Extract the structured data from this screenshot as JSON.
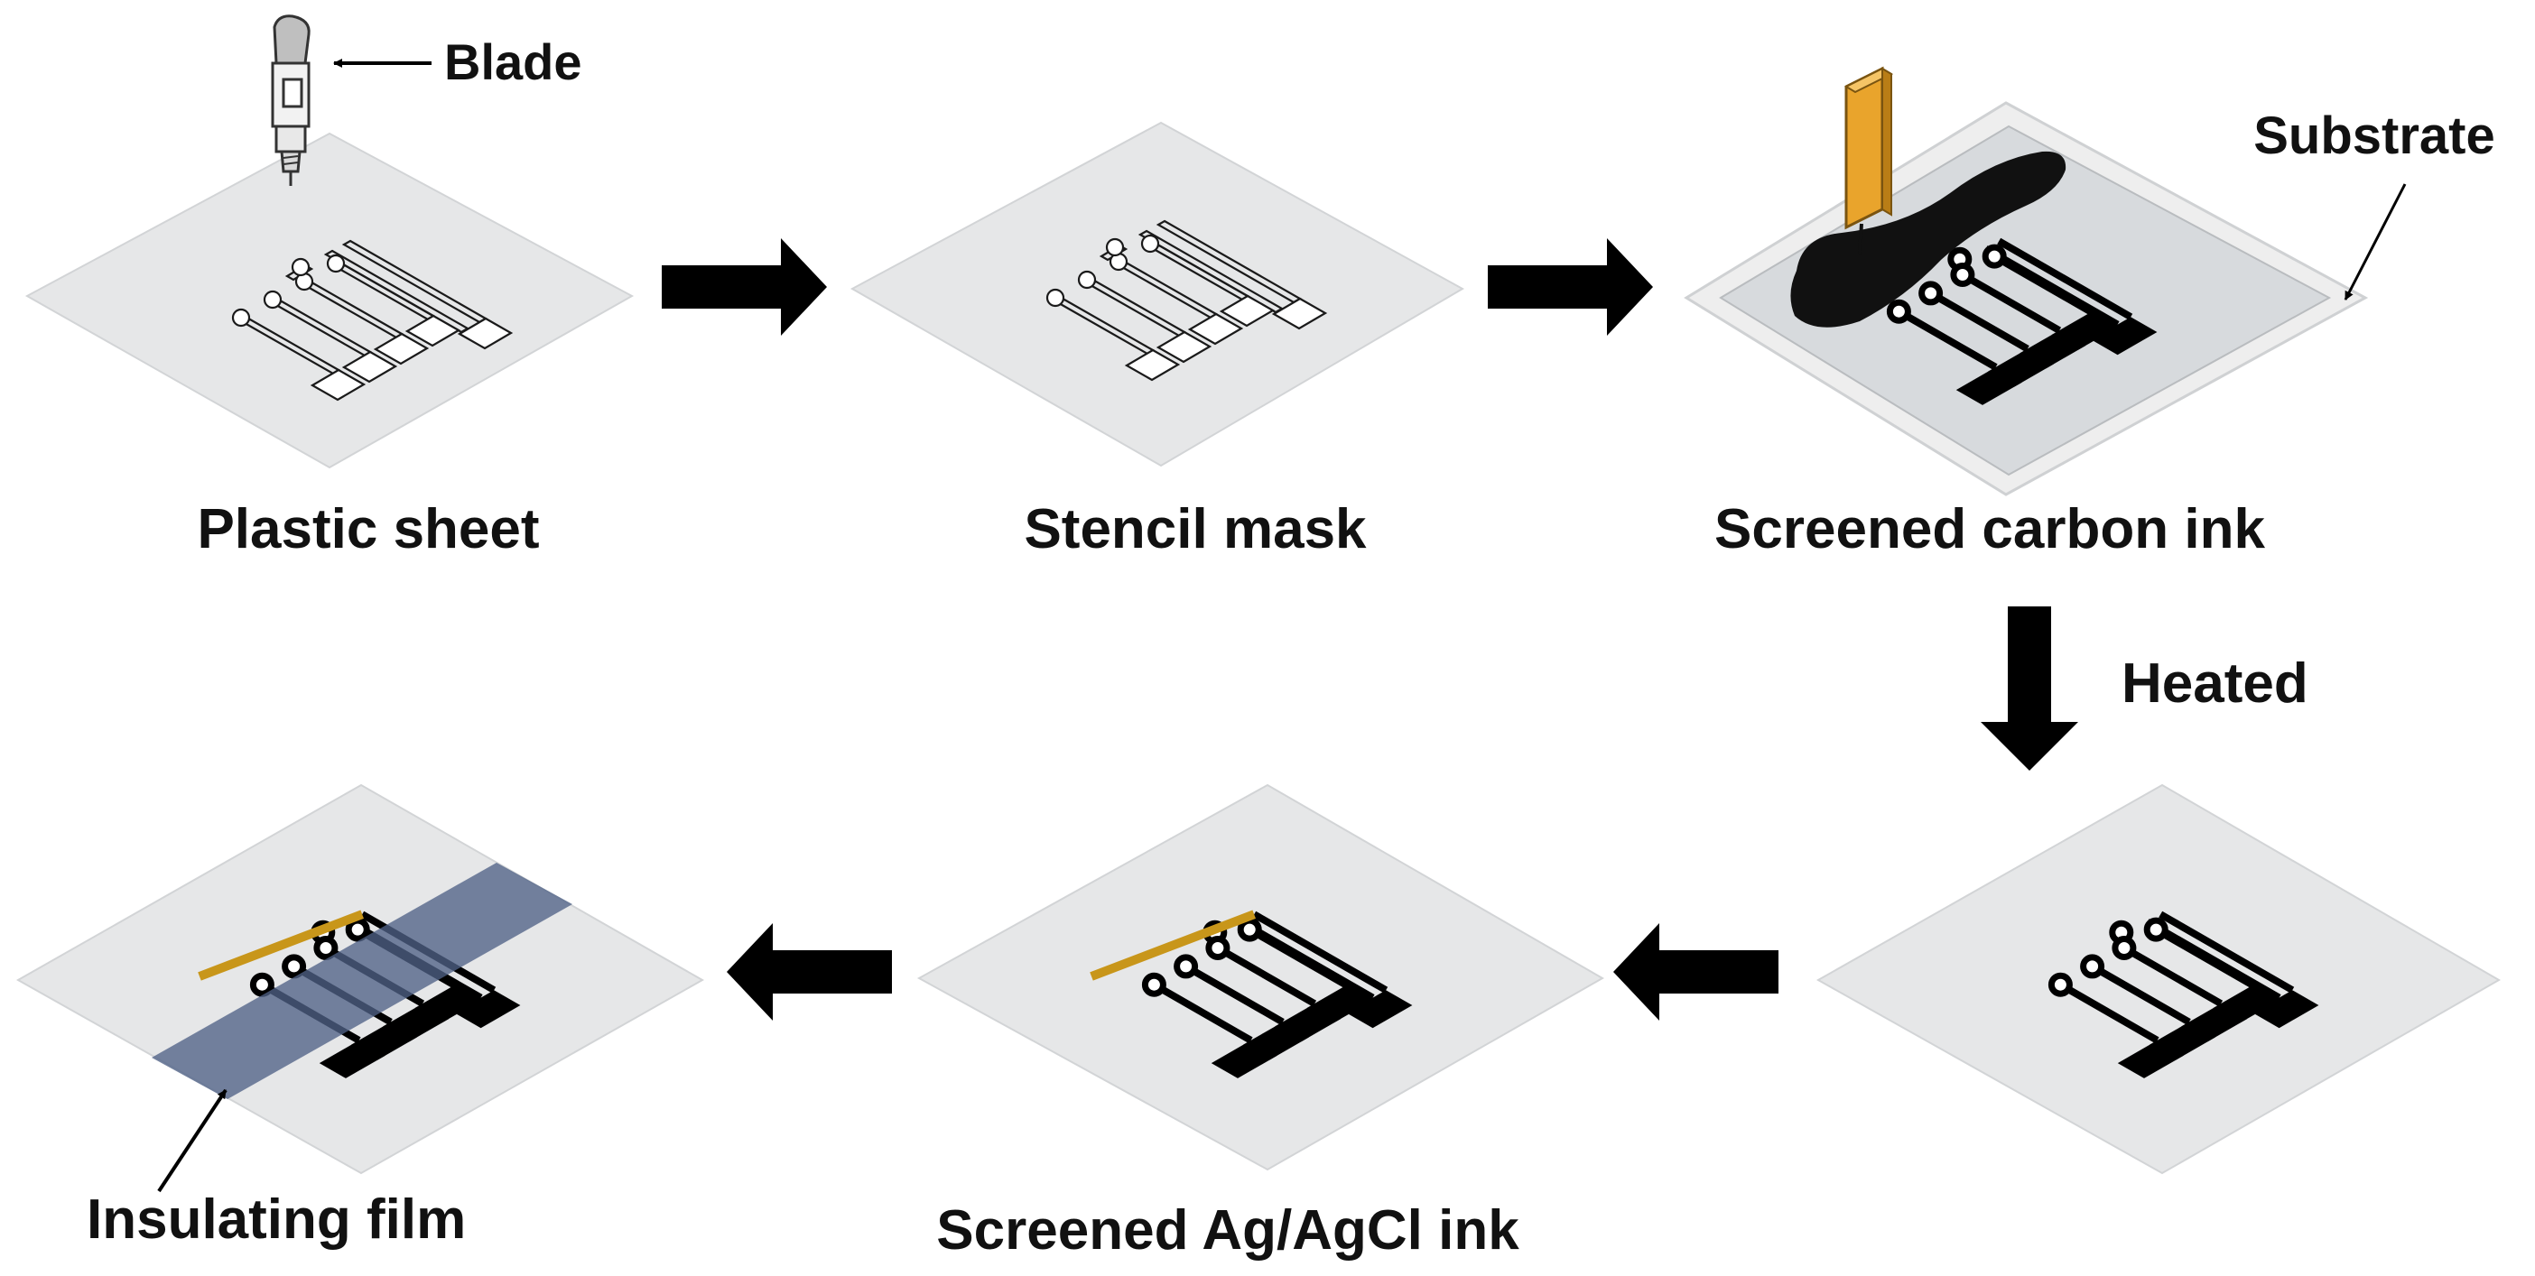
{
  "labels": {
    "blade": "Blade",
    "substrate": "Substrate",
    "plastic_sheet": "Plastic sheet",
    "stencil_mask": "Stencil mask",
    "screened_carbon_ink": "Screened carbon ink",
    "heated": "Heated",
    "screened_agagcl_ink": "Screened Ag/AgCl ink",
    "insulating_film": "Insulating film"
  },
  "colors": {
    "sheet": "#e6e7e8",
    "sheet_edge": "#d2d4d6",
    "substrate": "#d7dadd",
    "ink": "#000000",
    "agagcl": "#c8961a",
    "blade_orange": "#e9a42c",
    "insulating_film": "#4f6286",
    "arrow": "#000000"
  },
  "icons": {
    "blade_tool": "blade-icon",
    "squeegee": "squeegee-icon",
    "carbon_blob": "carbon-ink-blob",
    "process_arrow": "arrow-icon"
  }
}
